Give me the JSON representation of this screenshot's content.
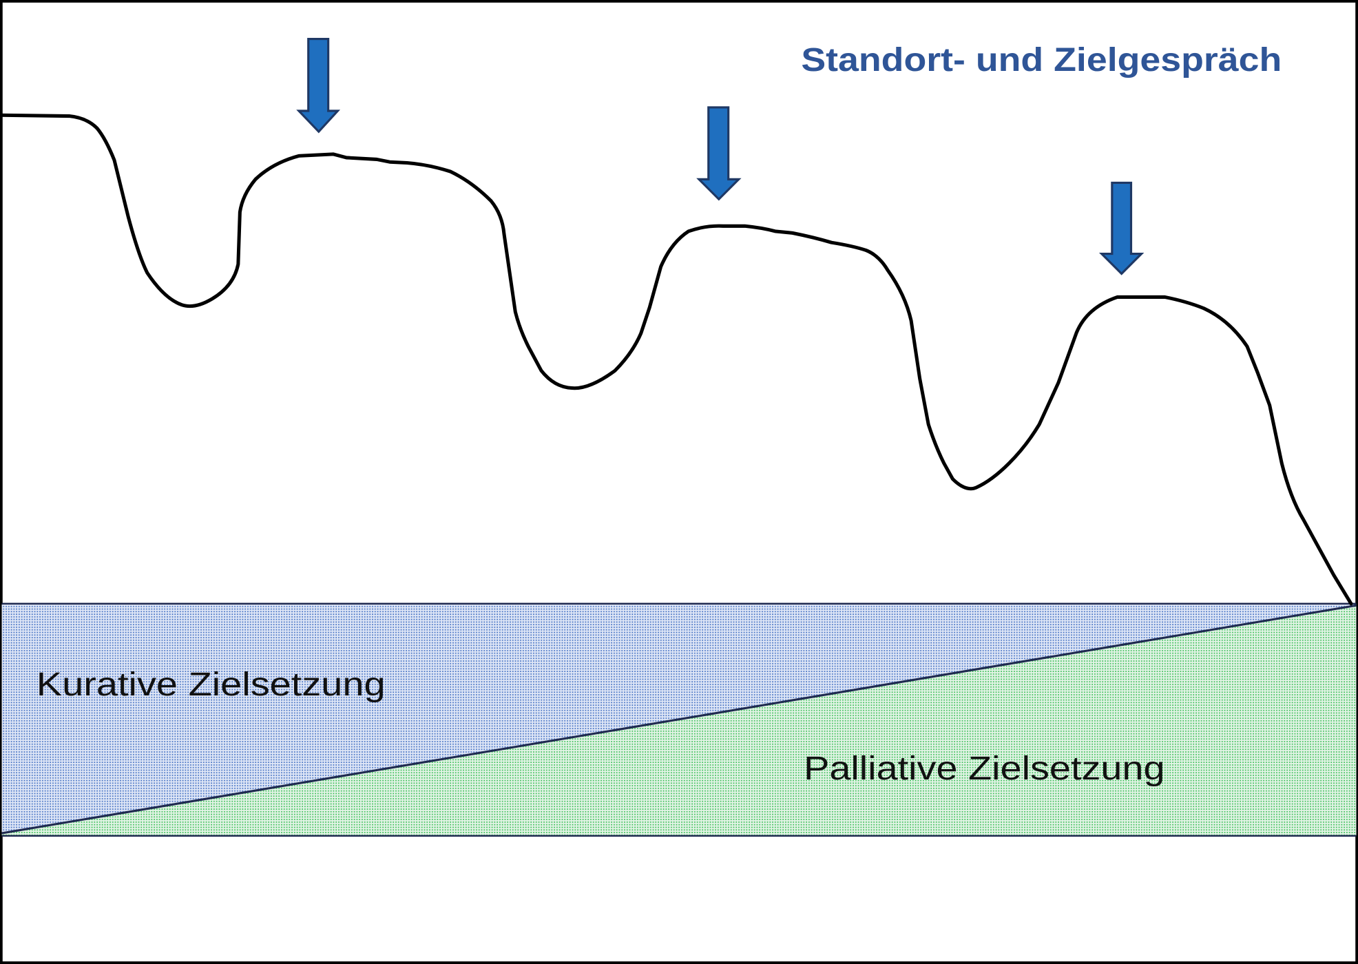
{
  "title": "Standort- und Zielgespräch",
  "labels": {
    "curative": "Kurative Zielsetzung",
    "palliative": "Palliative Zielsetzung"
  },
  "colors": {
    "title": "#2F5597",
    "arrow_fill": "#1F6FBF",
    "arrow_stroke": "#1F3864",
    "curative_dots": "#4472C4",
    "palliative_dots": "#3DBF5A",
    "divider": "#1F2A50",
    "curve": "#000000"
  },
  "markers": 3
}
